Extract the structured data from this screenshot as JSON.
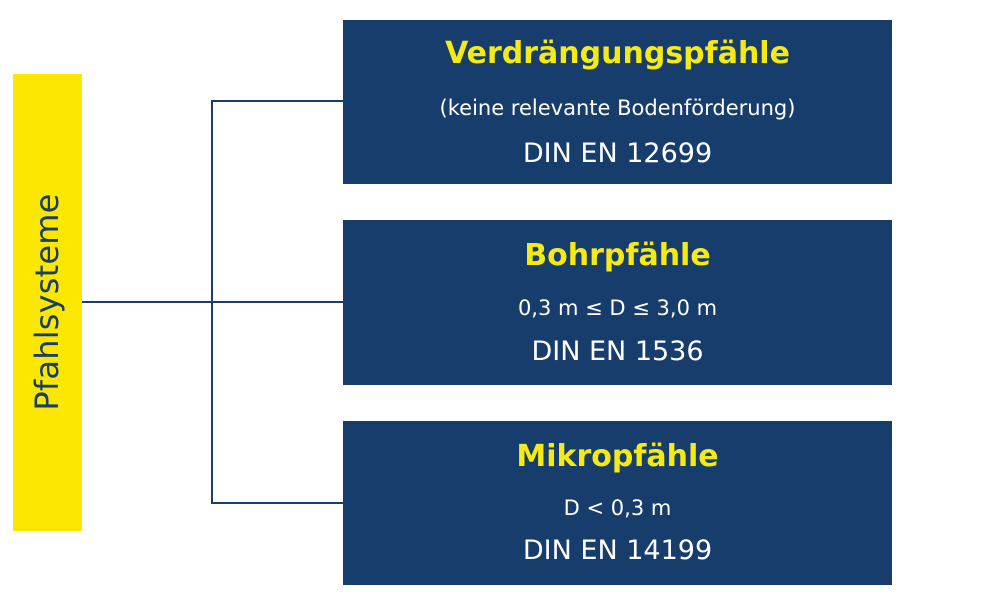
{
  "root": {
    "label": "Pfahlsysteme",
    "color": "#fbe700",
    "text_color": "#1a3d6e"
  },
  "connector_color": "#1a3d6e",
  "branches": [
    {
      "title": "Verdrängungspfähle",
      "subtitle": "(keine relevante Bodenförderung)",
      "norm": "DIN EN 12699"
    },
    {
      "title": "Bohrpfähle",
      "subtitle": "0,3 m ≤ D ≤ 3,0 m",
      "norm": "DIN EN 1536"
    },
    {
      "title": "Mikropfähle",
      "subtitle": "D < 0,3 m",
      "norm": "DIN EN 14199"
    }
  ],
  "box_color": "#173d6d",
  "title_color": "#f5ea14"
}
